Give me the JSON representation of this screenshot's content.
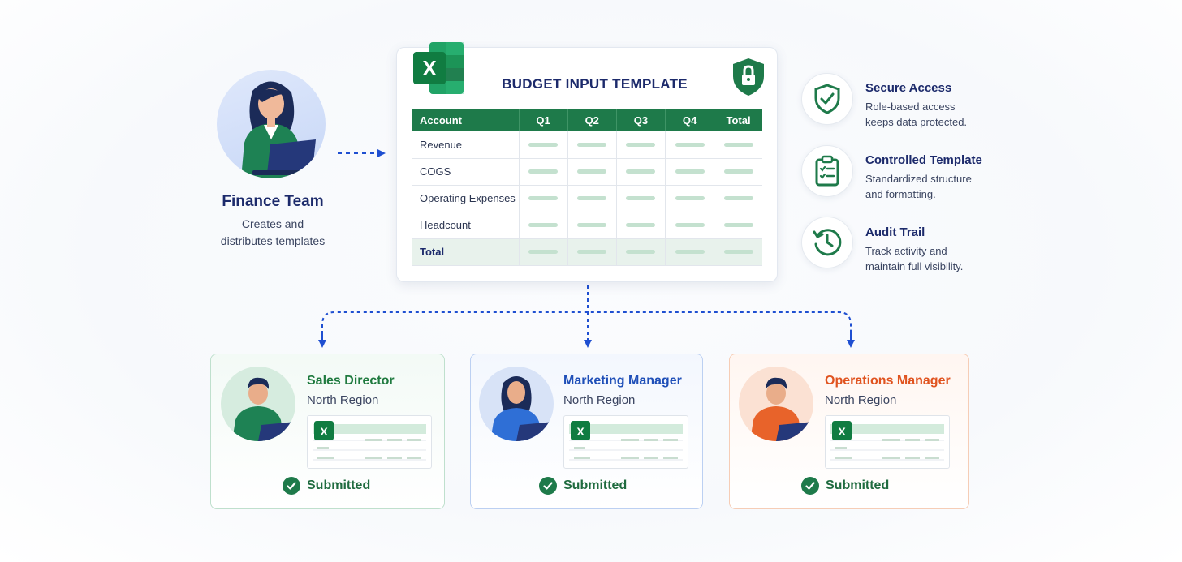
{
  "finance": {
    "title": "Finance Team",
    "desc_line1": "Creates and",
    "desc_line2": "distributes templates"
  },
  "template": {
    "title": "BUDGET INPUT TEMPLATE",
    "icon": "excel-icon",
    "lock_icon": "shield-lock-icon",
    "headers": [
      "Account",
      "Q1",
      "Q2",
      "Q3",
      "Q4",
      "Total"
    ],
    "rows": [
      "Revenue",
      "COGS",
      "Operating Expenses",
      "Headcount",
      "Total"
    ]
  },
  "features": [
    {
      "icon": "shield-check-icon",
      "title": "Secure Access",
      "desc_line1": "Role-based access",
      "desc_line2": "keeps data protected."
    },
    {
      "icon": "clipboard-checklist-icon",
      "title": "Controlled Template",
      "desc_line1": "Standardized structure",
      "desc_line2": "and formatting."
    },
    {
      "icon": "history-clock-icon",
      "title": "Audit Trail",
      "desc_line1": "Track activity and",
      "desc_line2": "maintain full visibility."
    }
  ],
  "roles": [
    {
      "title": "Sales Director",
      "region": "North Region",
      "status": "Submitted",
      "accent": "#1f7a3f",
      "border": "#bfe0cd"
    },
    {
      "title": "Marketing Manager",
      "region": "North Region",
      "status": "Submitted",
      "accent": "#1f4fb8",
      "border": "#bcd0f2"
    },
    {
      "title": "Operations Manager",
      "region": "North Region",
      "status": "Submitted",
      "accent": "#e0531f",
      "border": "#f6cdb6"
    }
  ],
  "colors": {
    "excel_green": "#1e7a4a",
    "navy": "#1c2a6b",
    "arrow_blue": "#1f4fd1"
  }
}
